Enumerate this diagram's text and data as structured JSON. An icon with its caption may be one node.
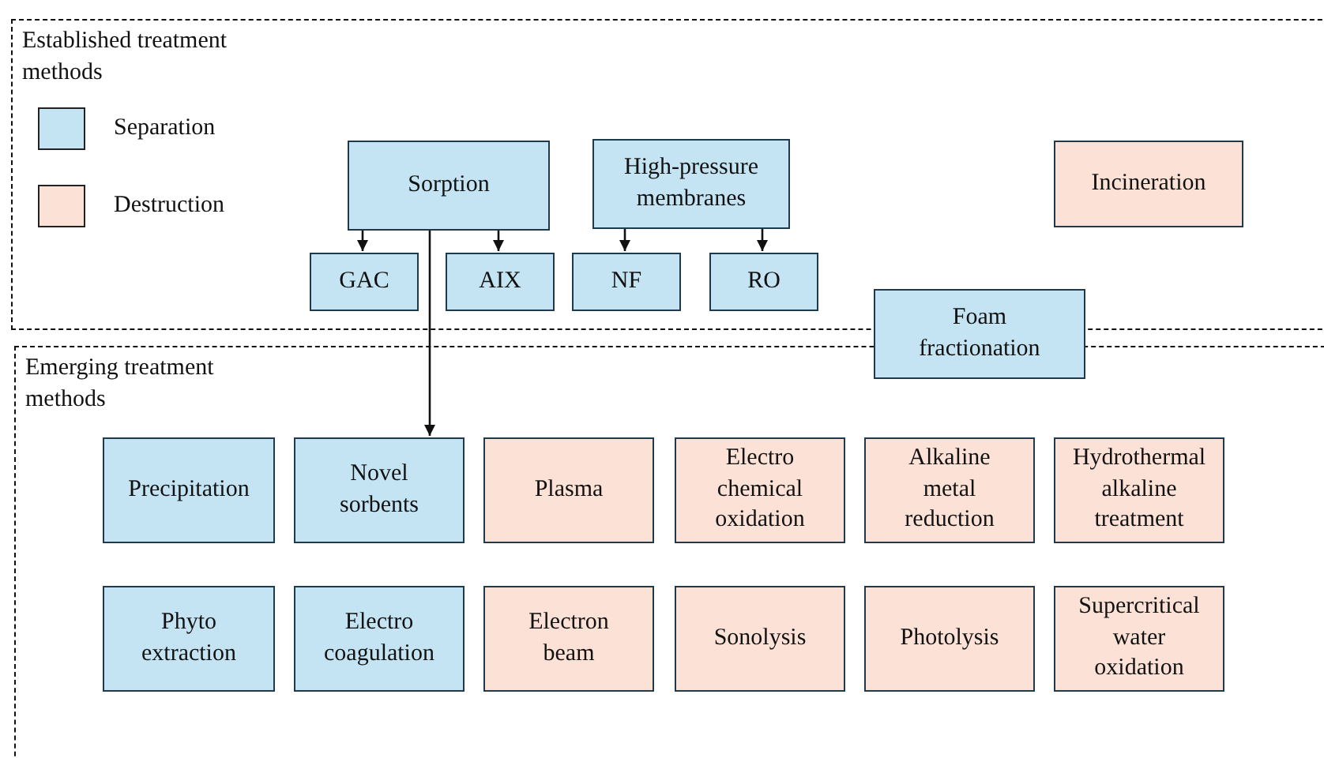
{
  "diagram": {
    "nodes": [
      {
        "text": [
          "Established treatment methods"
        ]
      },
      {
        "text": [
          "Emerging treatment methods"
        ]
      },
      {
        "text": [
          "Sorption"
        ],
        "in": 0
      },
      {
        "text": [
          "High-pressure membranes"
        ],
        "in": 0
      },
      {
        "text": [
          "GAC"
        ],
        "in": 0
      },
      {
        "text": [
          "AIX"
        ],
        "in": 0
      },
      {
        "text": [
          "NF"
        ],
        "in": 0
      },
      {
        "text": [
          "RO"
        ],
        "in": 0
      },
      {
        "text": [
          "Incineration"
        ],
        "in": 0
      },
      {
        "text": [
          "Foam fractionation"
        ]
      },
      {
        "text": [
          "Precipitation"
        ],
        "in": 1
      },
      {
        "text": [
          "Novel sorbents"
        ],
        "in": 1
      },
      {
        "text": [
          "Plasma"
        ],
        "in": 1
      },
      {
        "text": [
          "Electro chemical oxidation"
        ],
        "in": 1
      },
      {
        "text": [
          "Alkaline metal reduction"
        ],
        "in": 1
      },
      {
        "text": [
          "Hydrothermal alkaline treatment"
        ],
        "in": 1
      },
      {
        "text": [
          "Phyto extraction"
        ],
        "in": 1
      },
      {
        "text": [
          "Electro coagulation"
        ],
        "in": 1
      },
      {
        "text": [
          "Electron beam"
        ],
        "in": 1
      },
      {
        "text": [
          "Sonolysis"
        ],
        "in": 1
      },
      {
        "text": [
          "Photolysis"
        ],
        "in": 1
      },
      {
        "text": [
          "Supercritical water oxidation"
        ],
        "in": 1
      }
    ],
    "edges": [
      {
        "from": 2,
        "to": 4,
        "arrow": "to"
      },
      {
        "from": 2,
        "to": 5,
        "arrow": "to"
      },
      {
        "from": 3,
        "to": 6,
        "arrow": "to"
      },
      {
        "from": 3,
        "to": 7,
        "arrow": "to"
      },
      {
        "from": 2,
        "to": 11,
        "arrow": "to"
      }
    ],
    "legend": [
      {
        "text": "Separation",
        "color": "#c5e4f3"
      },
      {
        "text": "Destruction",
        "color": "#fce2d6"
      }
    ]
  }
}
